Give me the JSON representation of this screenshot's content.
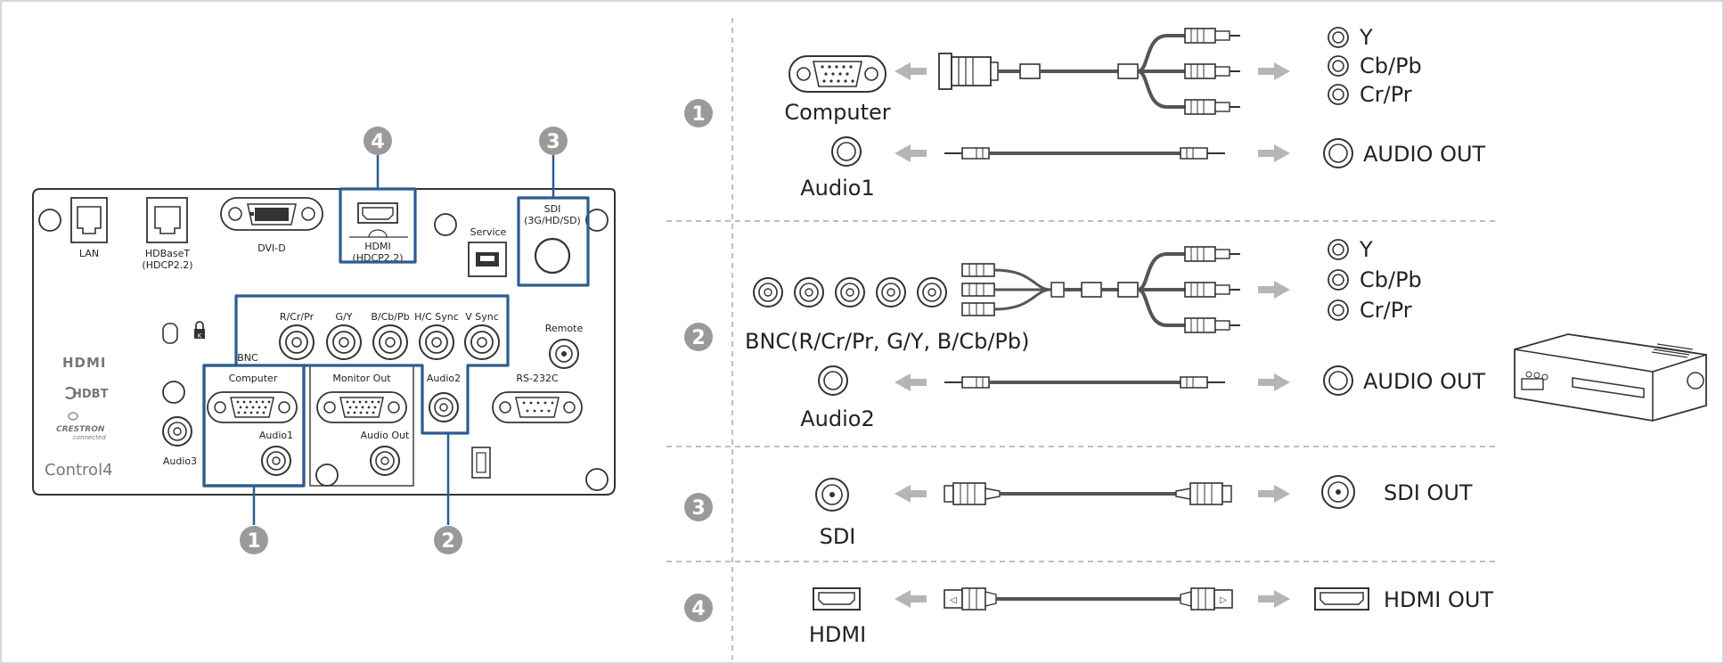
{
  "panel": {
    "lan": "LAN",
    "hdbaset": "HDBaseT",
    "hdbaset_hdcp": "(HDCP2.2)",
    "dvid": "DVI-D",
    "hdmi": "HDMI",
    "hdmi_hdcp": "(HDCP2.2)",
    "service": "Service",
    "sdi": "SDI",
    "sdi_modes": "(3G/HD/SD)",
    "bnc": "BNC",
    "r_cr_pr": "R/Cr/Pr",
    "g_y": "G/Y",
    "b_cb_pb": "B/Cb/Pb",
    "h_c_sync": "H/C Sync",
    "v_sync": "V Sync",
    "remote": "Remote",
    "computer": "Computer",
    "monitor_out": "Monitor Out",
    "audio2": "Audio2",
    "rs232c": "RS-232C",
    "audio1": "Audio1",
    "audio_out": "Audio Out",
    "audio3": "Audio3",
    "logos": {
      "hdmi": "HDMI",
      "hdbt": "HDBT",
      "crestron": "CRESTRON",
      "crestron_sub": "connected",
      "control4": "Control4"
    }
  },
  "callouts": [
    "1",
    "2",
    "3",
    "4"
  ],
  "rows": {
    "r1": {
      "num": "1",
      "source": "Computer",
      "audio_source": "Audio1",
      "outputs": [
        "Y",
        "Cb/Pb",
        "Cr/Pr"
      ],
      "audio_out": "AUDIO OUT"
    },
    "r2": {
      "num": "2",
      "source": "BNC(R/Cr/Pr, G/Y, B/Cb/Pb)",
      "audio_source": "Audio2",
      "outputs": [
        "Y",
        "Cb/Pb",
        "Cr/Pr"
      ],
      "audio_out": "AUDIO OUT"
    },
    "r3": {
      "num": "3",
      "source": "SDI",
      "output": "SDI OUT"
    },
    "r4": {
      "num": "4",
      "source": "HDMI",
      "output": "HDMI OUT"
    }
  },
  "colors": {
    "highlight": "#2c5d8f",
    "callout": "#9a9a9a",
    "arrow": "#b5b5b5"
  }
}
